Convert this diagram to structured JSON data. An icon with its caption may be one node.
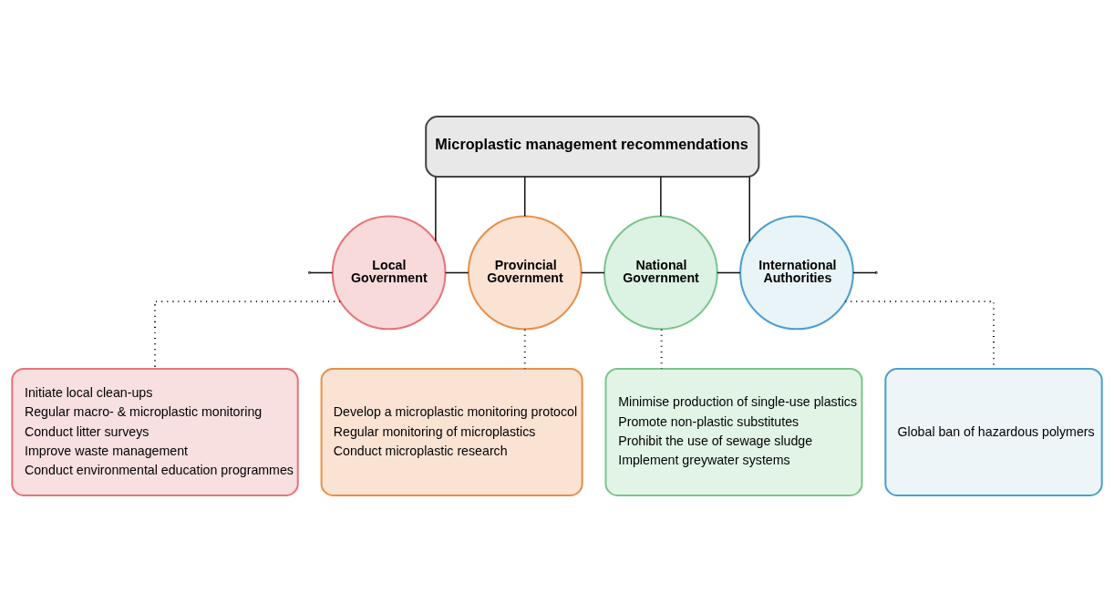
{
  "diagram": {
    "nodes": [
      {
        "text": [
          "Microplastic management recommendations"
        ]
      },
      {
        "text": [
          "Local Government"
        ]
      },
      {
        "text": [
          "Provincial Government"
        ]
      },
      {
        "text": [
          "National Government"
        ]
      },
      {
        "text": [
          "International Authorities"
        ]
      },
      {
        "text": [
          "Initiate local clean-ups",
          "Regular macro- & microplastic monitoring",
          "Conduct litter surveys",
          "Improve waste management",
          "Conduct environmental education programmes"
        ]
      },
      {
        "text": [
          "Develop a microplastic monitoring protocol",
          "Regular monitoring of microplastics",
          "Conduct microplastic research"
        ]
      },
      {
        "text": [
          "Minimise production of single-use plastics",
          "Promote non-plastic substitutes",
          "Prohibit the use of sewage sludge",
          "Implement greywater systems"
        ]
      },
      {
        "text": [
          "Global ban of hazardous polymers"
        ]
      }
    ],
    "edges": [
      {
        "from": 0,
        "to": 1,
        "arrow": "none"
      },
      {
        "from": 0,
        "to": 2,
        "arrow": "none"
      },
      {
        "from": 0,
        "to": 3,
        "arrow": "none"
      },
      {
        "from": 0,
        "to": 4,
        "arrow": "none"
      },
      {
        "from": null,
        "to": 1,
        "arrow": "none"
      },
      {
        "from": 1,
        "to": 2,
        "arrow": "none"
      },
      {
        "from": 2,
        "to": 3,
        "arrow": "none"
      },
      {
        "from": 3,
        "to": 4,
        "arrow": "none"
      },
      {
        "from": 4,
        "to": null,
        "arrow": "none"
      },
      {
        "from": 1,
        "to": 5,
        "arrow": "none",
        "style": "dashed"
      },
      {
        "from": 2,
        "to": 6,
        "arrow": "none",
        "style": "dashed"
      },
      {
        "from": 3,
        "to": 7,
        "arrow": "none",
        "style": "dashed"
      },
      {
        "from": 4,
        "to": 8,
        "arrow": "none",
        "style": "dashed"
      }
    ]
  }
}
